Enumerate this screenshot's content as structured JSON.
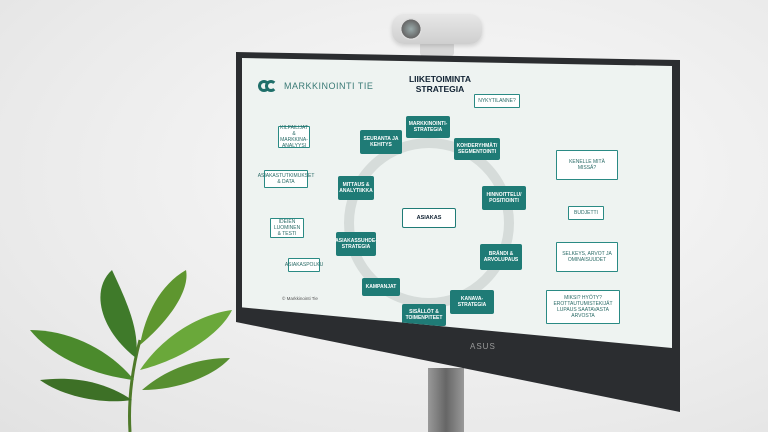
{
  "brand": {
    "name": "MARKKINOINTI TIE"
  },
  "slide": {
    "title": "LIIKETOIMINTA STRATEGIA",
    "center": "ASIAKAS",
    "footer": "© Markkinointi Tie",
    "cycle": [
      "MARKKINOINTI-STRATEGIA",
      "KOHDERYHMÄT/ SEGMENTOINTI",
      "HINNOITTELU/ POSITIOINTI",
      "BRÄNDI & ARVOLUPAUS",
      "KANAVA-STRATEGIA",
      "SISÄLLÖT & TOIMENPITEET",
      "KAMPANJAT",
      "ASIAKASSUHDE-STRATEGIA",
      "MITTAUS & ANALYTIIKKA",
      "SEURANTA JA KEHITYS"
    ],
    "left_notes": [
      "KILPAILIJAT & MARKKINA-ANALYYSI",
      "ASIAKASTUTKIMUKSET & DATA",
      "IDEIEN LUOMINEN & TESTI",
      "ASIAKASPOLKU"
    ],
    "right_notes": [
      "NYKYTILANNE?",
      "KENELLE MITÄ MISSÄ?",
      "BUDJETTI",
      "SELKEYS, ARVOT JA OMINAISUUDET",
      "MIKSI? HYÖTY? EROTTAUTUMISTEKIJÄT LUPAUS SAATAVASTA ARVOSTA"
    ]
  },
  "monitor": {
    "logo": "ASUS"
  },
  "colors": {
    "teal": "#1f7b76",
    "screen_bg": "#eef3f1",
    "bezel": "#2b2d30"
  }
}
